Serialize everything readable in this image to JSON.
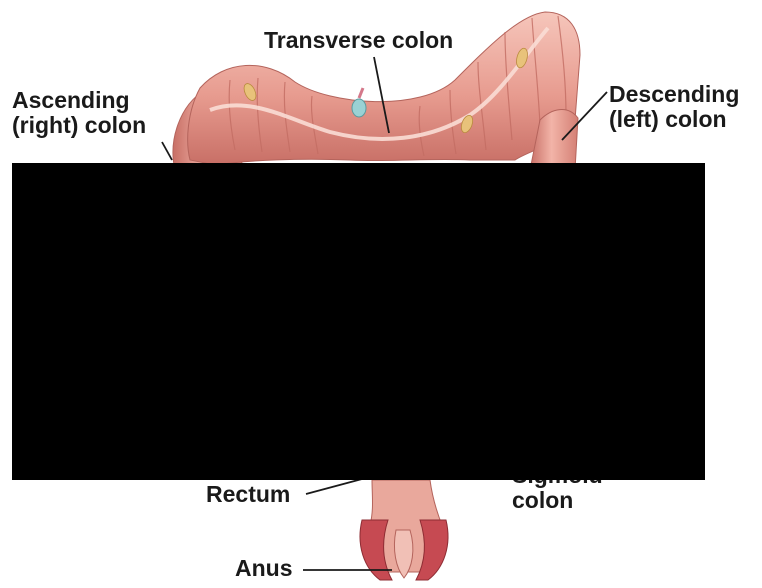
{
  "diagram": {
    "labels": {
      "transverse_colon": "Transverse colon",
      "ascending_colon": [
        "Ascending",
        "(right) colon"
      ],
      "descending_colon": [
        "Descending",
        "(left) colon"
      ],
      "rectum": "Rectum",
      "anus": "Anus",
      "sigmoid_colon": [
        "Sigmoid",
        "colon"
      ]
    },
    "colors": {
      "colon_fill": "#e79b8f",
      "colon_highlight": "#f6c6bb",
      "colon_shadow": "#c86f66",
      "fat_tag": "#e8c27a",
      "redaction": "#000000",
      "label_text": "#1a1a1a"
    }
  }
}
